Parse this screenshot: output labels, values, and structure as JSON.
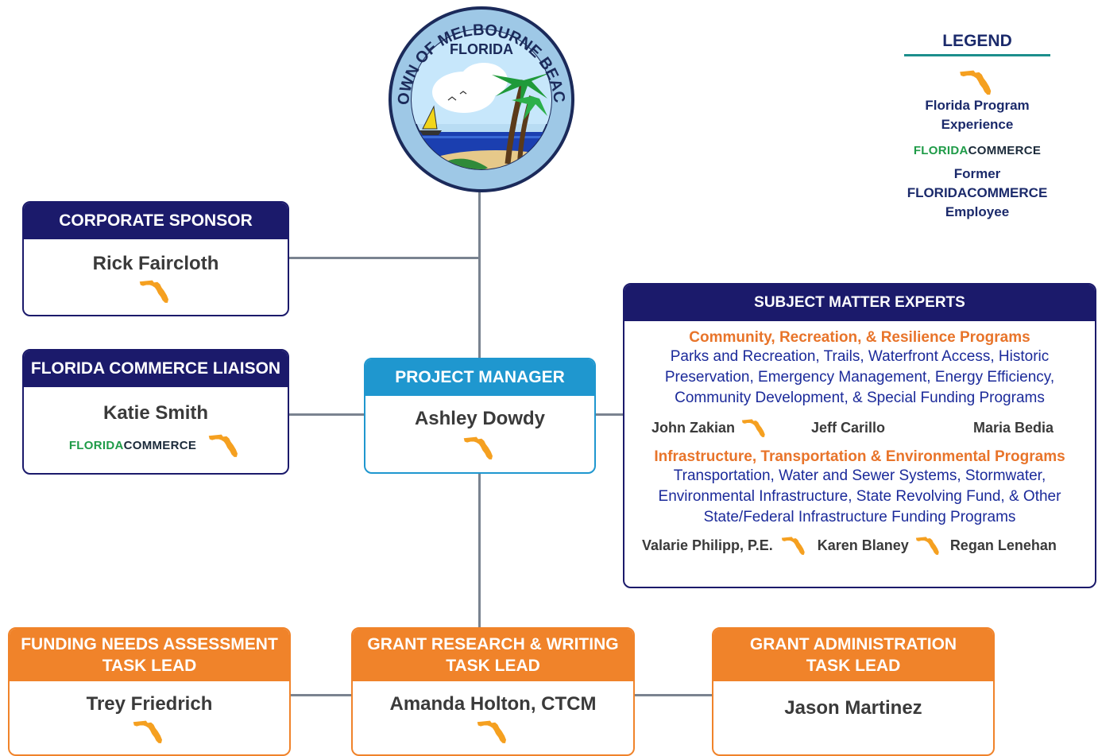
{
  "seal": {
    "top_text": "TOWN OF MELBOURNE BEACH",
    "bottom_text": "FLORIDA"
  },
  "legend": {
    "title": "LEGEND",
    "florida_label": "Florida Program Experience",
    "florida_label_line1": "Florida Program",
    "florida_label_line2": "Experience",
    "fc_logo_part1": "FLORIDA",
    "fc_logo_part2": "COMMERCE",
    "fc_label_line1": "Former",
    "fc_label_line2": "FLORIDACOMMERCE",
    "fc_label_line3": "Employee"
  },
  "corporate_sponsor": {
    "title": "CORPORATE SPONSOR",
    "name": "Rick Faircloth"
  },
  "liaison": {
    "title": "FLORIDA COMMERCE LIAISON",
    "name": "Katie Smith"
  },
  "project_manager": {
    "title": "PROJECT MANAGER",
    "name": "Ashley Dowdy"
  },
  "sme": {
    "title": "SUBJECT MATTER EXPERTS",
    "group1": {
      "heading": "Community, Recreation, & Resilience Programs",
      "desc_lines": [
        "Parks and Recreation, Trails, Waterfront Access, Historic",
        "Preservation, Emergency Management, Energy Efficiency,",
        "Community Development, & Special Funding Programs"
      ],
      "people": [
        "John Zakian",
        "Jeff Carillo",
        "Maria Bedia"
      ]
    },
    "group2": {
      "heading": "Infrastructure, Transportation & Environmental Programs",
      "desc_lines": [
        "Transportation, Water and Sewer Systems, Stormwater,",
        "Environmental Infrastructure, State Revolving Fund, & Other",
        "State/Federal Infrastructure Funding Programs"
      ],
      "people": [
        "Valarie Philipp, P.E.",
        "Karen Blaney",
        "Regan Lenehan"
      ]
    }
  },
  "task_leads": [
    {
      "title_line1": "FUNDING NEEDS ASSESSMENT",
      "title_line2": "TASK LEAD",
      "name": "Trey Friedrich"
    },
    {
      "title_line1": "GRANT RESEARCH & WRITING",
      "title_line2": "TASK LEAD",
      "name": "Amanda Holton, CTCM"
    },
    {
      "title_line1": "GRANT ADMINISTRATION",
      "title_line2": "TASK LEAD",
      "name": "Jason Martinez"
    }
  ],
  "colors": {
    "navy": "#1b1a6b",
    "blue": "#1f97cf",
    "orange": "#f0832a",
    "connector": "#7a8390",
    "florida_icon": "#f5a020",
    "sme_heading": "#e8742a",
    "sme_desc": "#1b2a9a"
  }
}
